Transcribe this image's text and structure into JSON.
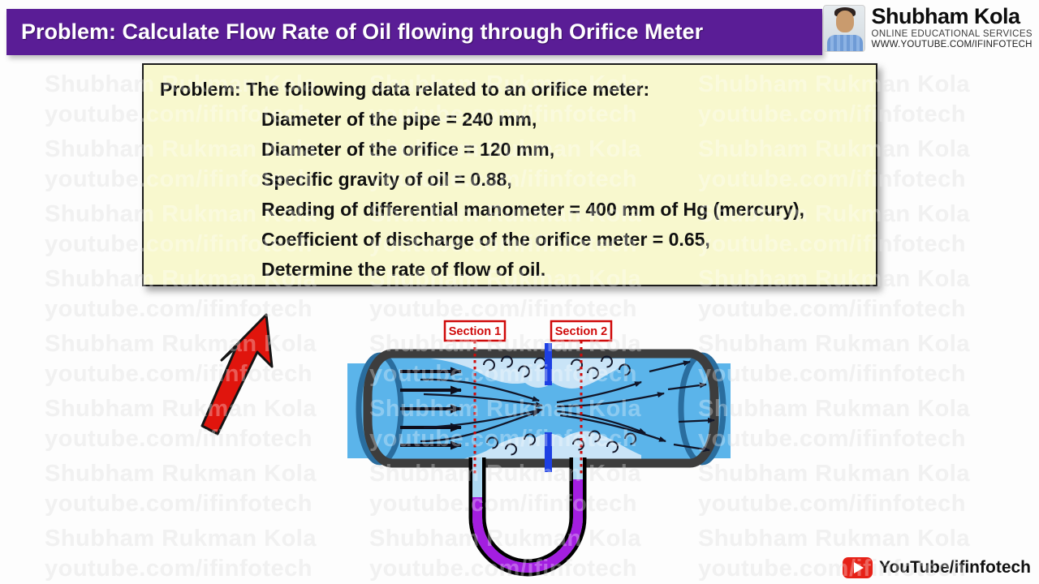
{
  "header": {
    "title": "Problem: Calculate Flow Rate of Oil flowing through Orifice Meter",
    "bg_color": "#5a1d96"
  },
  "branding": {
    "name": "Shubham Kola",
    "tagline": "ONLINE EDUCATIONAL SERVICES",
    "url": "WWW.YOUTUBE.COM/IFINFOTECH"
  },
  "problem_box": {
    "bg_color": "#f8f8ce",
    "lines": [
      "Problem: The following data related to an orifice meter:",
      "Diameter of the pipe = 240 mm,",
      "Diameter of the orifice = 120 mm,",
      "Specific gravity of oil = 0.88,",
      "Reading of differential manometer = 400 mm of Hg (mercury),",
      "Coefficient of discharge of the orifice meter = 0.65,",
      "Determine the rate of flow of oil."
    ]
  },
  "diagram": {
    "section1_label": "Section 1",
    "section2_label": "Section 2",
    "colors": {
      "pipe_fluid": "#5bb4ea",
      "recirculation": "#c9e4f7",
      "pipe_wall": "#3d3d3d",
      "pipe_end_ring": "#2a6d9e",
      "orifice_plate": "#1d3fe3",
      "mercury": "#a31ee0",
      "manometer_oil": "#aed9f2",
      "section_red": "#cf0a0a",
      "arrow_red": "#e0150d"
    }
  },
  "watermark": {
    "line1": "Shubham Rukman Kola",
    "line2": "youtube.com/ifinfotech"
  },
  "footer": {
    "channel": "YouTube/ifinfotech"
  }
}
